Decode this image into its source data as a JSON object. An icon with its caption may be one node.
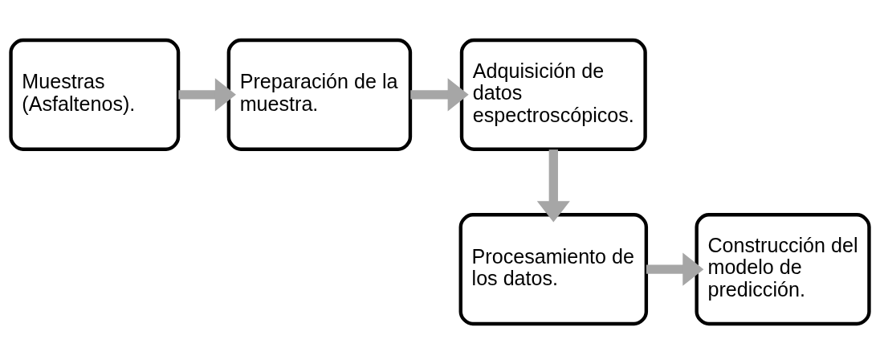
{
  "diagram": {
    "nodes": [
      {
        "text": [
          "Muestras (Asfaltenos)."
        ]
      },
      {
        "text": [
          "Preparación de la muestra."
        ]
      },
      {
        "text": [
          "Adquisición de datos espectroscópicos."
        ]
      },
      {
        "text": [
          "Procesamiento de los datos."
        ]
      },
      {
        "text": [
          "Construcción del modelo de predicción."
        ]
      }
    ],
    "edges": [
      {
        "from": 0,
        "to": 1,
        "arrow": "to"
      },
      {
        "from": 1,
        "to": 2,
        "arrow": "to"
      },
      {
        "from": 2,
        "to": 3,
        "arrow": "to"
      },
      {
        "from": 3,
        "to": 4,
        "arrow": "to"
      }
    ]
  }
}
